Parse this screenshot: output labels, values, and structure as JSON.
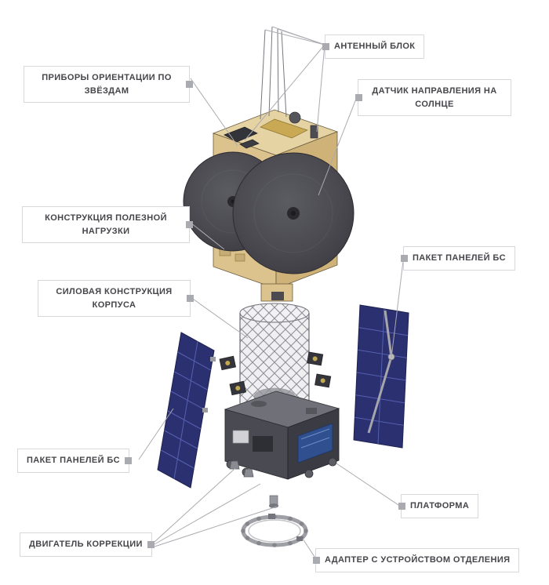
{
  "diagram_type": "satellite-exploded-view",
  "labels": [
    {
      "id": "antenna-unit",
      "text": "АНТЕННЫЙ БЛОК"
    },
    {
      "id": "star-orientation-devices",
      "text": "ПРИБОРЫ ОРИЕНТАЦИИ ПО ЗВЁЗДАМ"
    },
    {
      "id": "sun-direction-sensor",
      "text": "ДАТЧИК НАПРАВЛЕНИЯ НА СОЛНЦЕ"
    },
    {
      "id": "payload-structure",
      "text": "КОНСТРУКЦИЯ ПОЛЕЗНОЙ НАГРУЗКИ"
    },
    {
      "id": "solar-panel-pack-right",
      "text": "ПАКЕТ ПАНЕЛЕЙ БС"
    },
    {
      "id": "body-power-structure",
      "text": "СИЛОВАЯ КОНСТРУКЦИЯ КОРПУСА"
    },
    {
      "id": "solar-panel-pack-left",
      "text": "ПАКЕТ ПАНЕЛЕЙ БС"
    },
    {
      "id": "platform",
      "text": "ПЛАТФОРМА"
    },
    {
      "id": "correction-engine",
      "text": "ДВИГАТЕЛЬ КОРРЕКЦИИ"
    },
    {
      "id": "separation-adapter",
      "text": "АДАПТЕР С УСТРОЙСТВОМ ОТДЕЛЕНИЯ"
    }
  ],
  "colors": {
    "label_border": "#d8d8dc",
    "label_text": "#45454a",
    "connector_square": "#aaaab1",
    "callout_line": "#ababb1",
    "payload_body": "#dcc28c",
    "antenna_dish": "#47474d",
    "solar_panel": "#2b3070",
    "truss_cylinder": "#d8d8dc",
    "platform_body": "#4a4a52"
  }
}
